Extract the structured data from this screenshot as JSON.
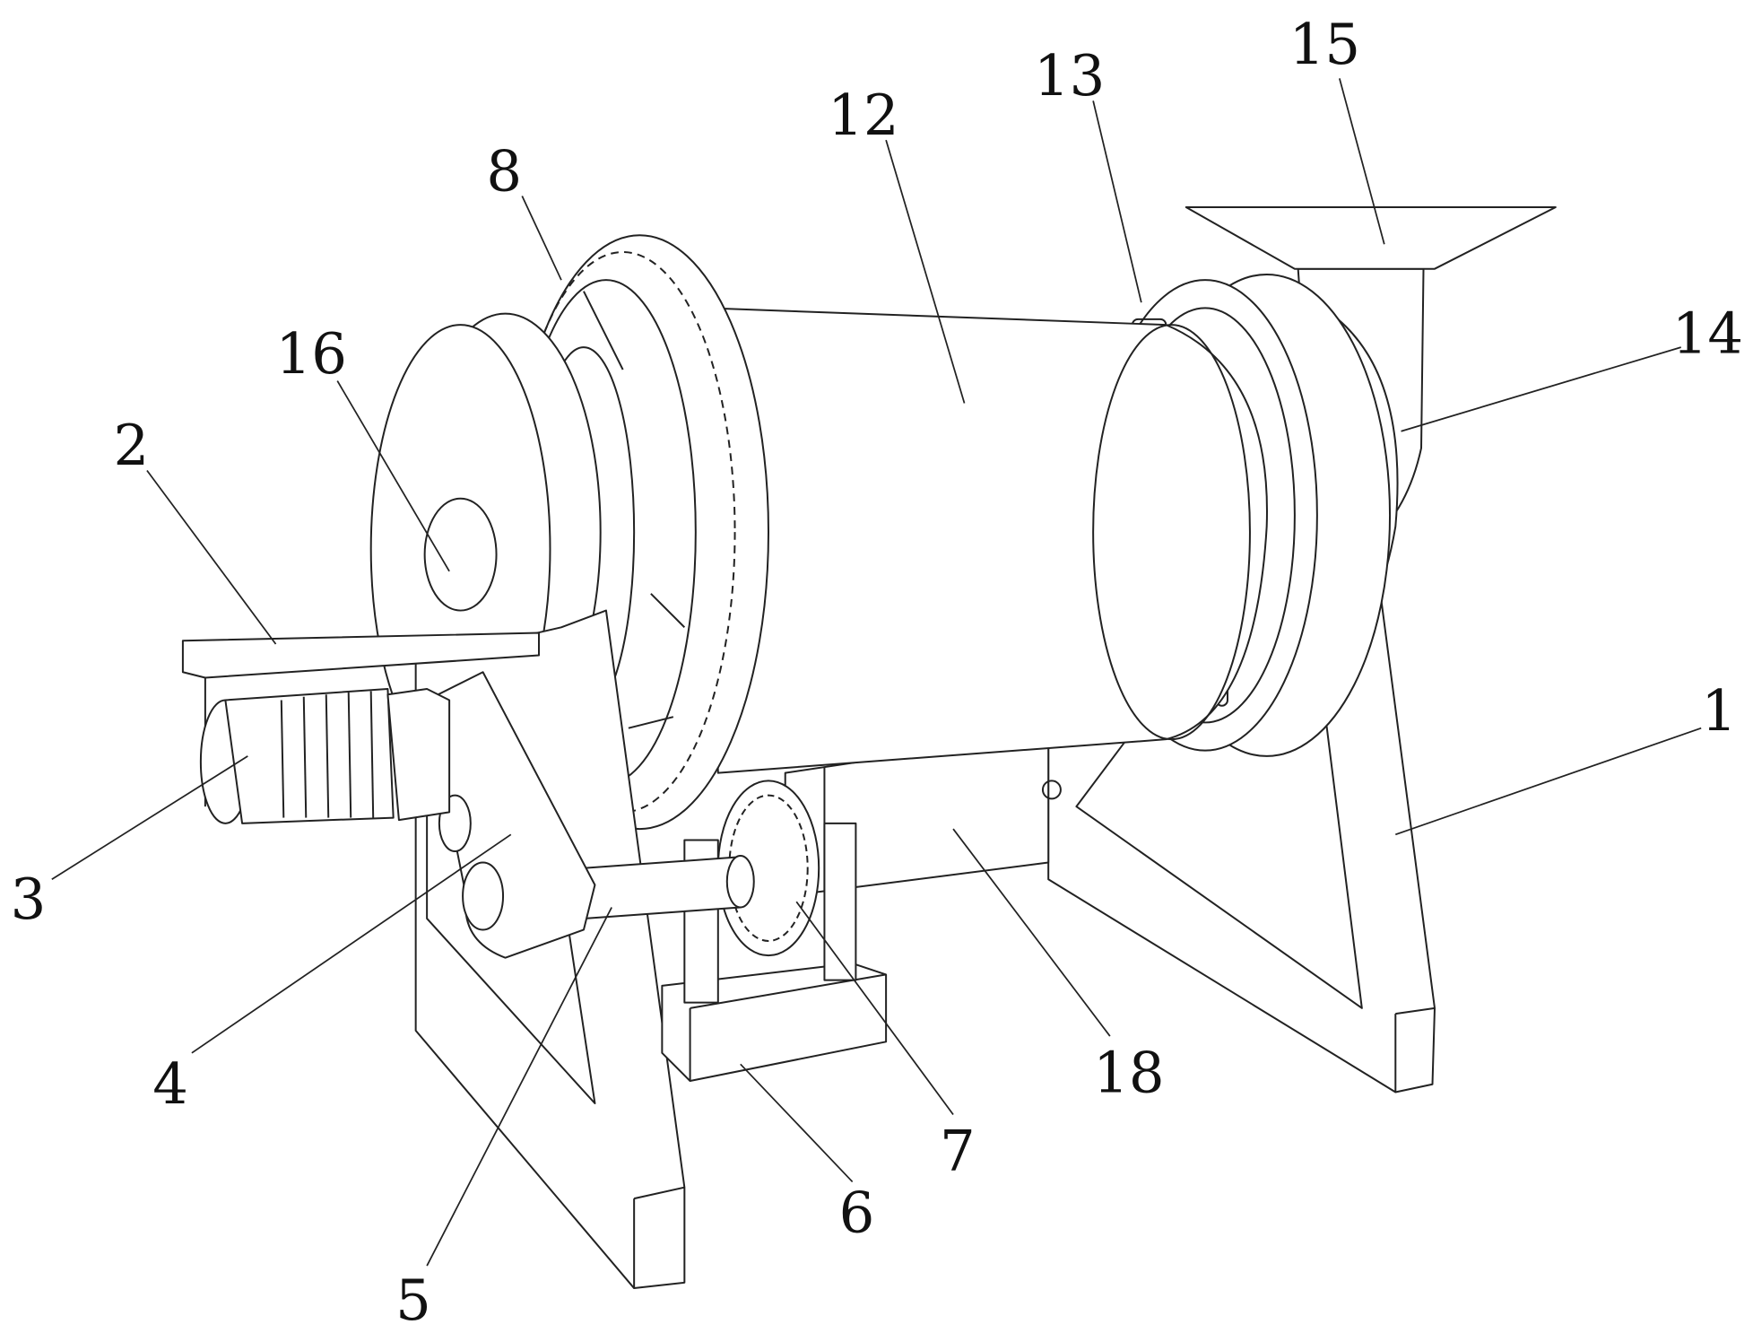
{
  "figure": {
    "labels": {
      "l1": "1",
      "l2": "2",
      "l3": "3",
      "l4": "4",
      "l5": "5",
      "l6": "6",
      "l7": "7",
      "l8": "8",
      "l12": "12",
      "l13": "13",
      "l14": "14",
      "l15": "15",
      "l16": "16",
      "l18": "18"
    }
  }
}
